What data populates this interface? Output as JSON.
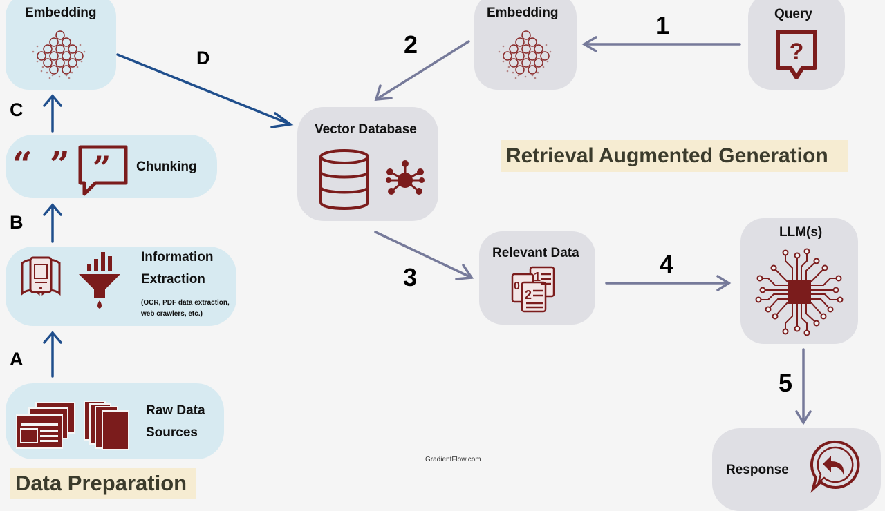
{
  "data_prep": {
    "embedding_title": "Embedding",
    "chunking_title": "Chunking",
    "extraction_title_1": "Information",
    "extraction_title_2": "Extraction",
    "extraction_note_1": "(OCR, PDF data extraction,",
    "extraction_note_2": "web crawlers, etc.)",
    "raw_title_1": "Raw Data",
    "raw_title_2": "Sources",
    "banner": "Data Preparation",
    "step_labels": [
      "A",
      "B",
      "C",
      "D"
    ]
  },
  "rag": {
    "embedding_title": "Embedding",
    "query_title": "Query",
    "vector_db_title": "Vector Database",
    "relevant_title": "Relevant Data",
    "llm_title": "LLM(s)",
    "response_title": "Response",
    "banner": "Retrieval Augmented Generation",
    "step_numbers": [
      "1",
      "2",
      "3",
      "4",
      "5"
    ]
  },
  "credit": "GradientFlow.com",
  "colors": {
    "blue_arrow": "#1f4e8c",
    "gray_arrow": "#767a9a",
    "icon": "#7b1c1c",
    "blue_box": "#d7eaf1",
    "gray_box": "#dfdfe4",
    "banner": "#f6ecd2"
  }
}
